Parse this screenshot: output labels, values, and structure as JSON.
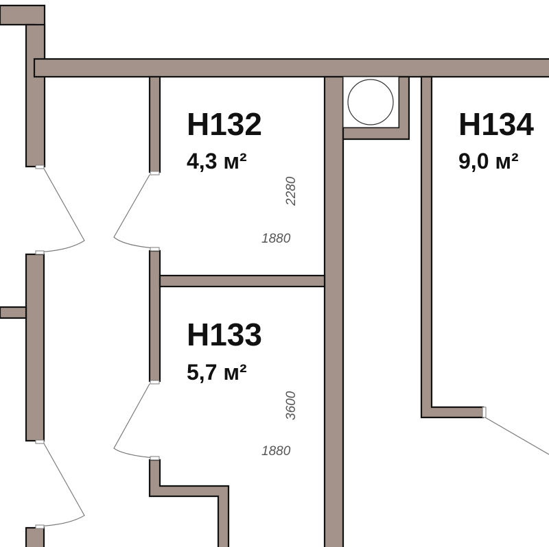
{
  "colors": {
    "wall_fill": "#a4938a",
    "wall_outline": "#111111",
    "door_line": "#7a7a7a",
    "text": "#111111",
    "dimension_text": "#555555",
    "background": "#ffffff"
  },
  "rooms": [
    {
      "name": "H132",
      "area": "4,3 м²",
      "dim_vertical": "2280",
      "dim_horizontal": "1880"
    },
    {
      "name": "H133",
      "area": "5,7 м²",
      "dim_vertical": "3600",
      "dim_horizontal": "1880"
    },
    {
      "name": "H134",
      "area": "9,0 м²"
    }
  ],
  "fixtures": [
    {
      "type": "ventilation-shaft",
      "icon": "circle-in-square"
    }
  ]
}
